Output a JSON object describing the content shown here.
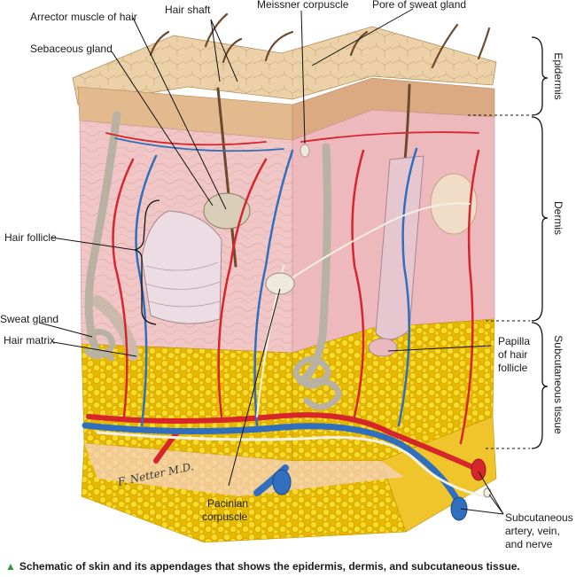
{
  "labels": {
    "arrector_muscle": "Arrector muscle of hair",
    "hair_shaft": "Hair shaft",
    "meissner": "Meissner corpuscle",
    "sweat_pore": "Pore of sweat gland",
    "sebaceous": "Sebaceous gland",
    "hair_follicle": "Hair follicle",
    "sweat_gland": "Sweat gland",
    "hair_matrix": "Hair matrix",
    "pacinian_1": "Pacinian",
    "pacinian_2": "corpuscle",
    "papilla_1": "Papilla",
    "papilla_2": "of hair",
    "papilla_3": "follicle",
    "subcut_1": "Subcutaneous",
    "subcut_2": "artery, vein,",
    "subcut_3": "and nerve"
  },
  "layers": {
    "epidermis": "Epidermis",
    "dermis": "Dermis",
    "subcutaneous": "Subcutaneous tissue"
  },
  "signature": "F. Netter M.D.",
  "caption": {
    "marker": "▲",
    "text": "Schematic of skin and its appendages that shows the epidermis, dermis, and subcutaneous tissue."
  },
  "colors": {
    "epidermis": "#e8c9a3",
    "dermis": "#f1cbc9",
    "fat": "#f3d21e",
    "artery": "#d6262b",
    "vein": "#2f6fbd",
    "nerve": "#f2f0e2",
    "caption_marker": "#2e9a3c"
  }
}
